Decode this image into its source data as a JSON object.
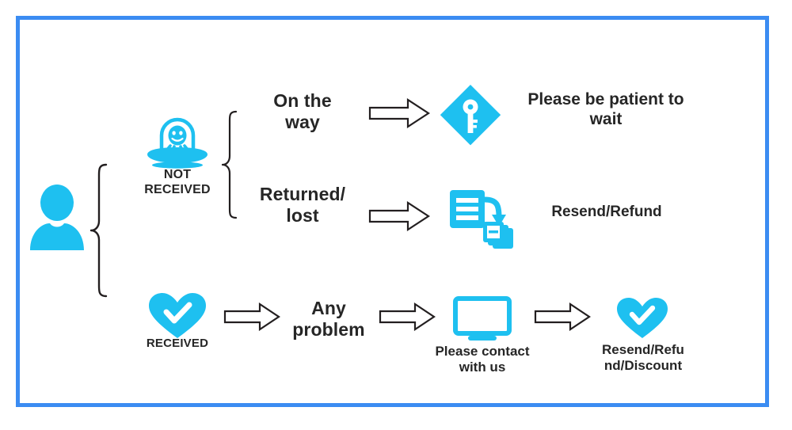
{
  "diagram": {
    "title_present": false,
    "frame_color": "#3b8cf2",
    "accent_color": "#1ec0f0",
    "text_color": "#262626",
    "type": "flow-diagram",
    "customer": {
      "icon": "person-icon",
      "label": ""
    },
    "branches": [
      {
        "id": "not-received",
        "icon": "ufo-alien-icon",
        "caption": "NOT\nRECEIVED",
        "sub_branches": [
          {
            "id": "on-the-way",
            "label": "On the\nway",
            "arrow": "arrow-right",
            "result_icon": "key-diamond-icon",
            "result_label": "Please be patient to\nwait"
          },
          {
            "id": "returned-lost",
            "label": "Returned/\nlost",
            "arrow": "arrow-right",
            "result_icon": "resend-document-icon",
            "result_label": "Resend/Refund"
          }
        ]
      },
      {
        "id": "received",
        "icon": "heart-check-icon",
        "caption": "RECEIVED",
        "steps": [
          {
            "id": "arrow-1",
            "arrow": "arrow-right"
          },
          {
            "id": "any-problem",
            "label": "Any\nproblem"
          },
          {
            "id": "arrow-2",
            "arrow": "arrow-right"
          },
          {
            "id": "contact-us",
            "icon": "monitor-icon",
            "label": "Please contact\nwith us"
          },
          {
            "id": "arrow-3",
            "arrow": "arrow-right"
          },
          {
            "id": "resolution",
            "icon": "heart-check-icon",
            "label": "Resend/Refu\nnd/Discount"
          }
        ]
      }
    ]
  }
}
